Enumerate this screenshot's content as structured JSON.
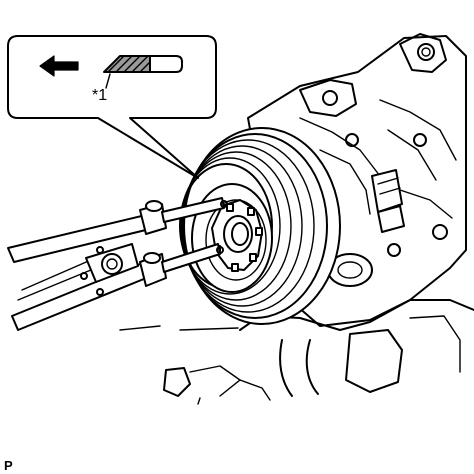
{
  "callout": {
    "label": "*1",
    "arrow_direction": "left",
    "icon": "tape-end-icon"
  },
  "figure_code": "P"
}
